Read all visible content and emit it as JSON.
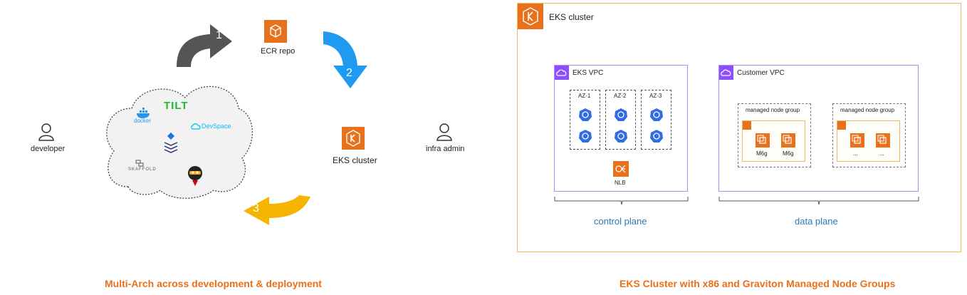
{
  "left": {
    "developer_label": "developer",
    "ecr_label": "ECR repo",
    "eks_label": "EKS cluster",
    "infra_label": "infra admin",
    "tools": {
      "docker": "docker",
      "tilt": "TILT",
      "devspace": "DevSpace",
      "skaffold": "SKAFFOLD"
    },
    "steps": [
      "1",
      "2",
      "3"
    ],
    "caption": "Multi-Arch across development & deployment"
  },
  "right": {
    "cluster_title": "EKS cluster",
    "eks_vpc_title": "EKS VPC",
    "customer_vpc_title": "Customer VPC",
    "azs": [
      "AZ-1",
      "AZ-2",
      "AZ-3"
    ],
    "nlb_label": "NLB",
    "node_groups": [
      {
        "title": "managed node group",
        "instances": [
          "M6g",
          "M6g"
        ]
      },
      {
        "title": "managed node group",
        "instances": [
          "...",
          "..."
        ]
      }
    ],
    "control_plane_label": "control plane",
    "data_plane_label": "data plane",
    "caption": "EKS Cluster with x86 and Graviton Managed Node Groups"
  },
  "colors": {
    "aws_orange": "#e8711c",
    "vpc_purple": "#8c4fff",
    "k8s_blue": "#326ce5",
    "caption_orange": "#e8711c"
  }
}
